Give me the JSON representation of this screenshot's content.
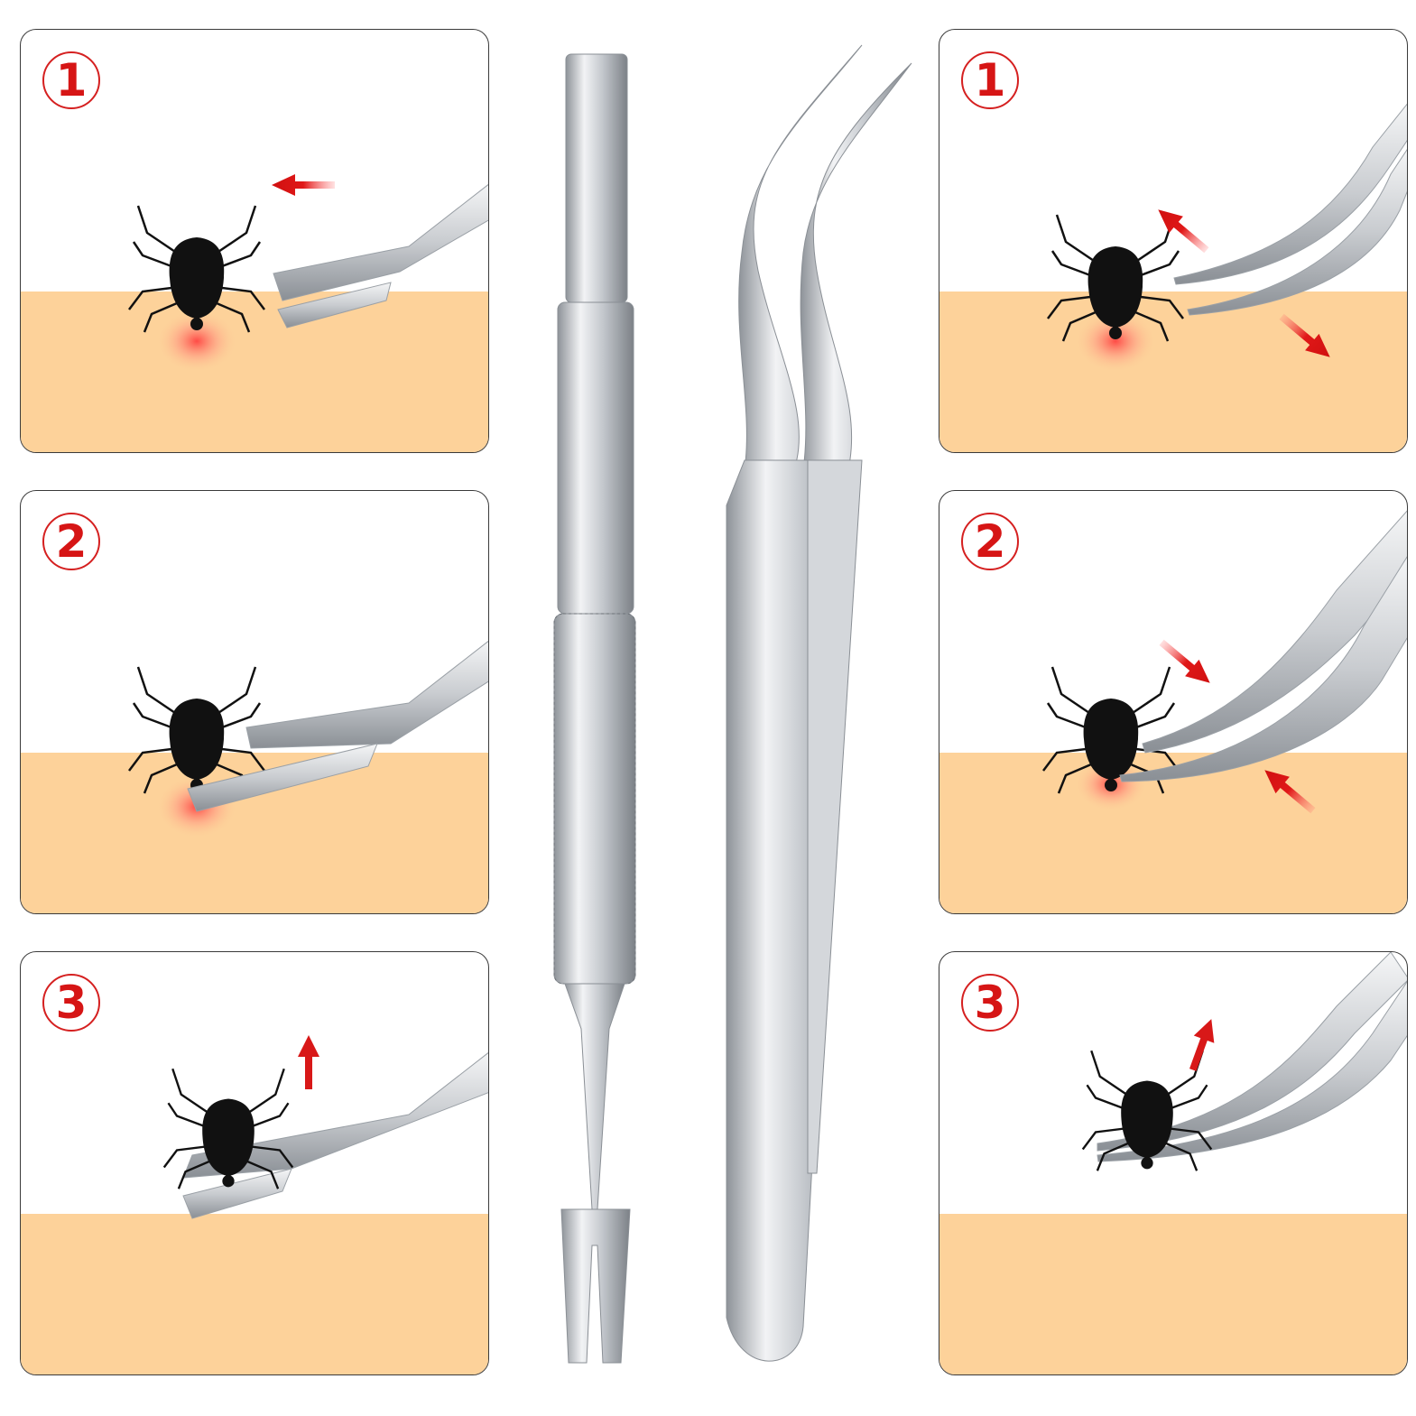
{
  "steps": {
    "left": [
      {
        "number": "1"
      },
      {
        "number": "2"
      },
      {
        "number": "3"
      }
    ],
    "right": [
      {
        "number": "1"
      },
      {
        "number": "2"
      },
      {
        "number": "3"
      }
    ]
  },
  "tools": [
    "tick-remover-fork-icon",
    "curved-tweezers-icon"
  ],
  "colors": {
    "skin": "#fdd29a",
    "step_red": "#d61515",
    "tick": "#111111",
    "steel": "#c8cbcf",
    "panel_border": "#3a3a3a"
  }
}
